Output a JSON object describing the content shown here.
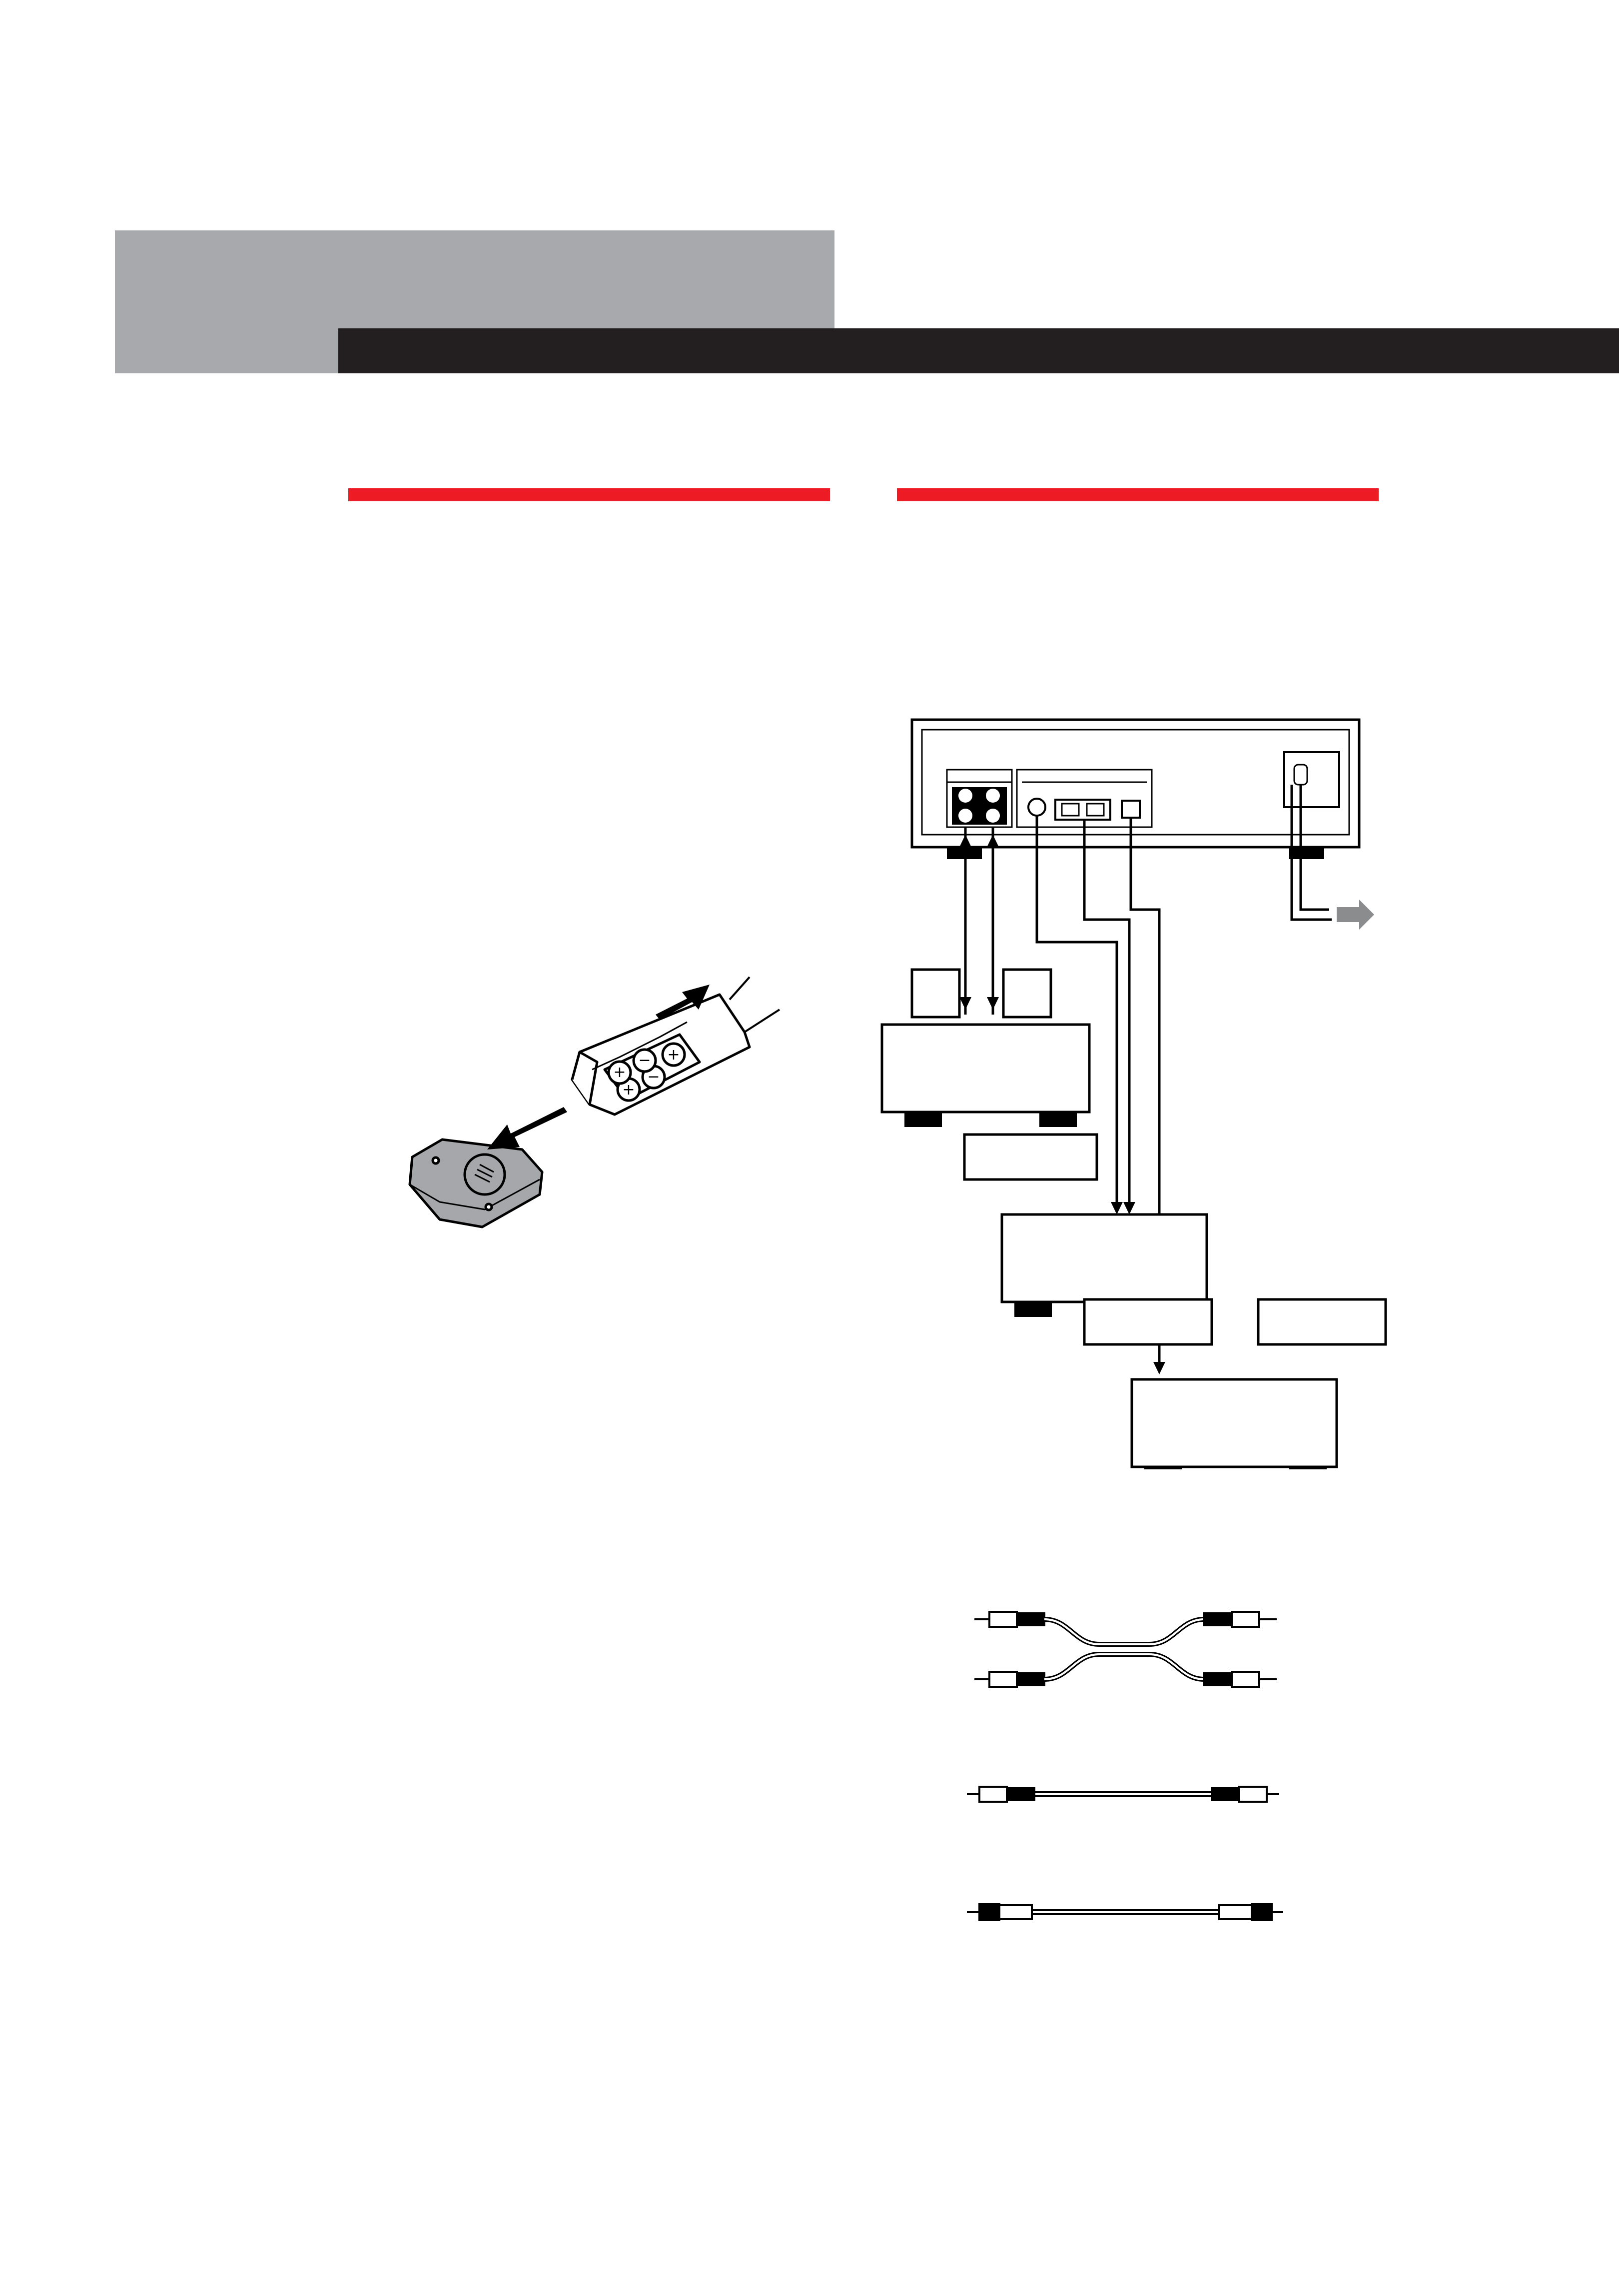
{
  "page": {
    "colors": {
      "background": "#ffffff",
      "gray_header": "#a7a9ac",
      "black_bar": "#231f20",
      "red_accent": "#ed1c24",
      "line": "#000000",
      "panel_gray": "#a5a7aa",
      "arrow_gray": "#8a8c8e"
    }
  },
  "figures": {
    "remote_battery": {
      "icons": [
        "remote-control-icon",
        "battery-cover-icon",
        "battery-icon",
        "slide-arrow-icon",
        "lift-arrow-icon"
      ]
    },
    "connection_diagram": {
      "devices": [
        "cd-player-rear-panel",
        "amplifier-box",
        "digital-device-box-1",
        "digital-device-box-2"
      ],
      "label_boxes": 5,
      "icons": [
        "power-plug-arrow-icon"
      ]
    },
    "cables": {
      "icons": [
        "stereo-audio-cable-icon",
        "coaxial-cable-icon",
        "optical-cable-icon"
      ]
    }
  }
}
